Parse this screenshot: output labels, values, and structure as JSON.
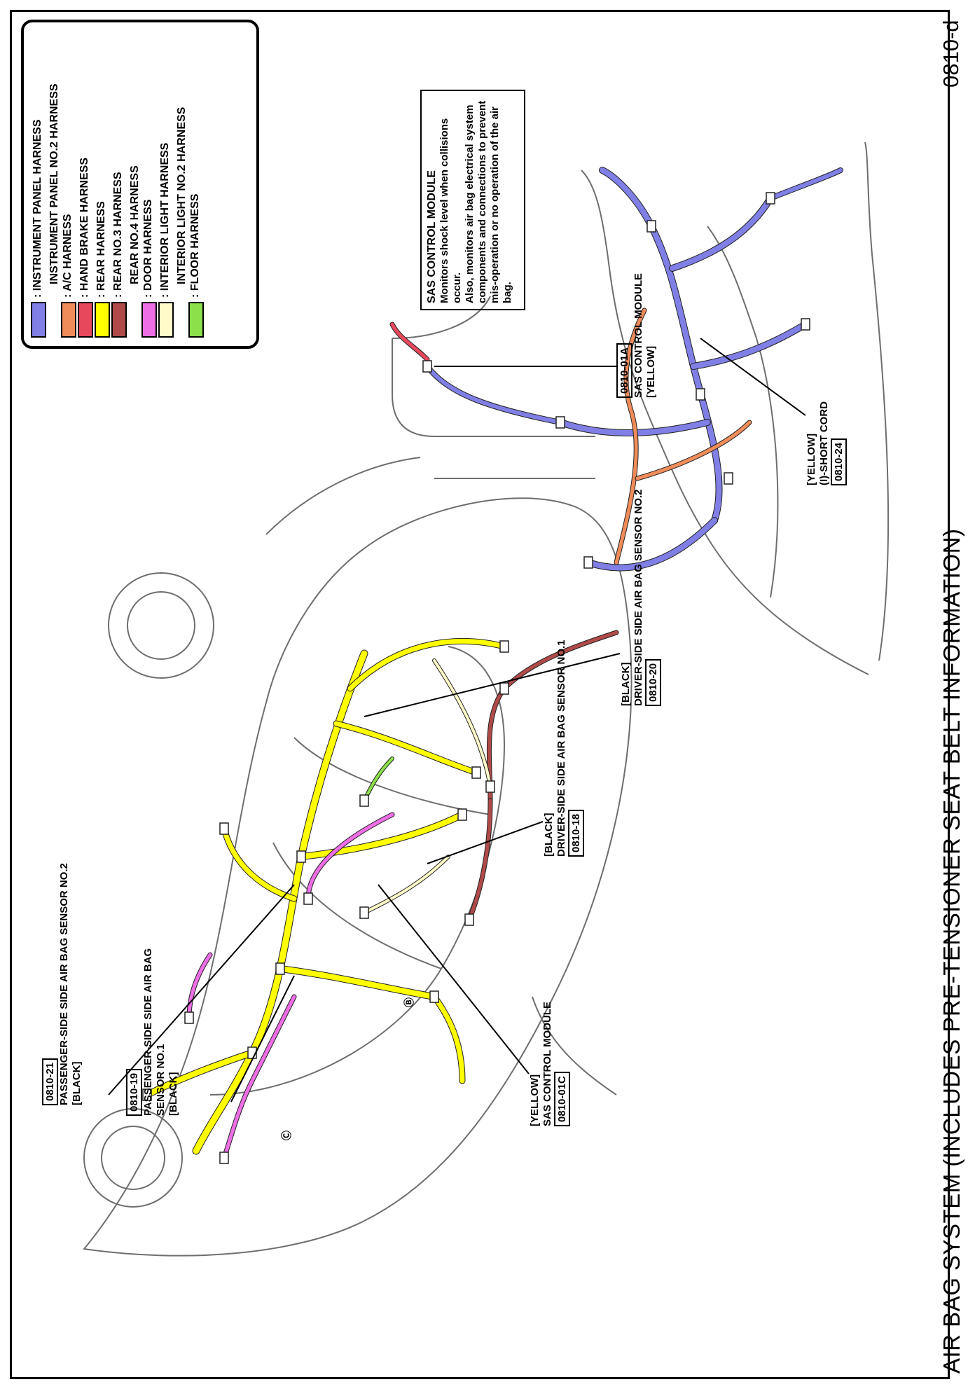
{
  "title": "AIR BAG SYSTEM (INCLUDES PRE-TENSIONER SEAT BELT INFORMATION)",
  "page_code": "0810-d",
  "legend": [
    {
      "color": "#7f7fe6",
      "label": ": INSTRUMENT PANEL HARNESS",
      "sub": "INSTRUMENT PANEL NO.2 HARNESS"
    },
    {
      "color": "#f08c5a",
      "label": ": A/C HARNESS",
      "sub": ""
    },
    {
      "color": "#e8485c",
      "label": ": HAND BRAKE HARNESS",
      "sub": ""
    },
    {
      "color": "#ffff00",
      "label": ": REAR HARNESS",
      "sub": ""
    },
    {
      "color": "#b04a48",
      "label": ": REAR NO.3 HARNESS",
      "sub": "REAR NO.4 HARNESS"
    },
    {
      "color": "#ee6ee6",
      "label": ": DOOR HARNESS",
      "sub": ""
    },
    {
      "color": "#fffac8",
      "label": ": INTERIOR LIGHT HARNESS",
      "sub": "INTERIOR LIGHT NO.2 HARNESS"
    },
    {
      "color": "#8ce04a",
      "label": ": FLOOR HARNESS",
      "sub": ""
    }
  ],
  "info_box": {
    "title": "SAS CONTROL MODULE",
    "lines": [
      "Monitors shock level when collisions occur.",
      "Also, monitors air bag electrical system",
      "components and connections to prevent",
      "mis-operation or no operation of the air bag.",
      ""
    ]
  },
  "callouts": {
    "c01a": {
      "code": "0810-01A",
      "name": "SAS CONTROL MODULE",
      "color": "[YELLOW]"
    },
    "c24": {
      "code": "0810-24",
      "name": "(I)-SHORT CORD",
      "color": "[YELLOW]"
    },
    "c20": {
      "code": "0810-20",
      "name": "DRIVER-SIDE SIDE AIR BAG SENSOR NO.2",
      "color": "[BLACK]"
    },
    "c18": {
      "code": "0810-18",
      "name": "DRIVER-SIDE SIDE AIR BAG SENSOR NO.1",
      "color": "[BLACK]"
    },
    "c01c": {
      "code": "0810-01C",
      "name": "SAS CONTROL MODULE",
      "name2": "",
      "color": "[YELLOW]"
    },
    "c19": {
      "code": "0810-19",
      "name": "PASSENGER-SIDE SIDE AIR BAG",
      "name2": "SENSOR NO.1",
      "color": "[BLACK]"
    },
    "c21": {
      "code": "0810-21",
      "name": "PASSENGER-SIDE SIDE AIR BAG SENSOR NO.2",
      "color": "[BLACK]"
    }
  },
  "markers": {
    "b": "Ⓑ",
    "c": "Ⓒ"
  },
  "colors": {
    "instrument_panel": "#7f7fe6",
    "ac": "#f08c5a",
    "hand_brake": "#e8485c",
    "rear": "#ffff00",
    "rear_no3": "#b04a48",
    "door": "#ee6ee6",
    "interior_light": "#fffac8",
    "floor": "#8ce04a"
  }
}
